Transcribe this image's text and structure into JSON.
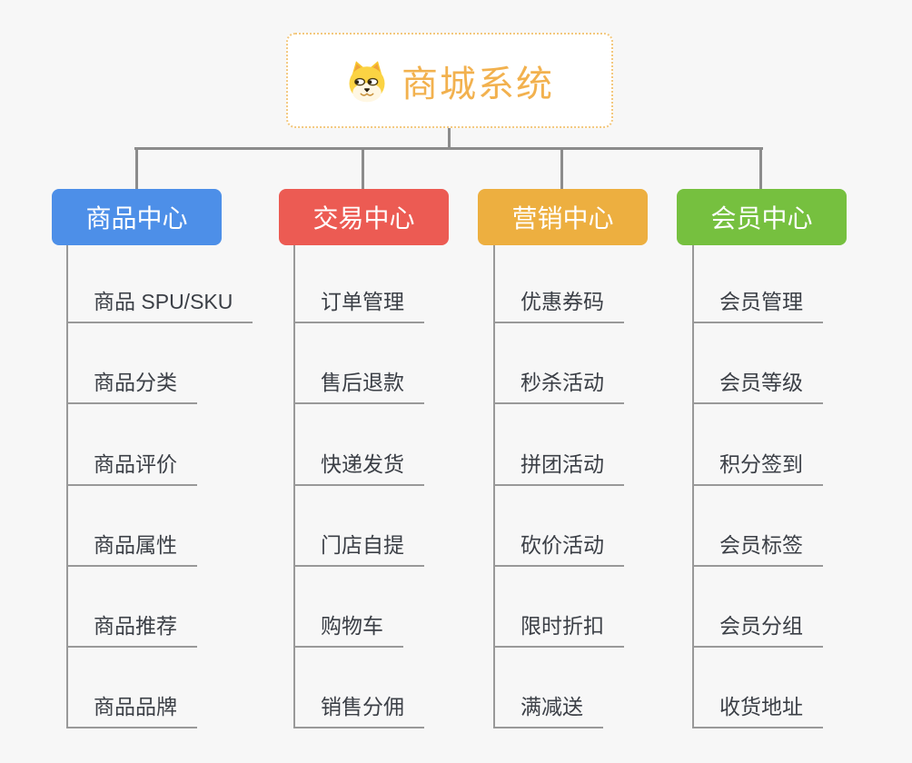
{
  "app": {
    "background_color": "#F7F7F7",
    "connector_color": "#8C8C8C",
    "underline_color": "#999999",
    "leaf_text_color": "#3B3F46"
  },
  "root": {
    "title": "商城系统",
    "icon": "dog-face-icon",
    "text_color": "#F2B14E",
    "border_color": "#F3C87E"
  },
  "branches": [
    {
      "label": "商品中心",
      "color": "#4D8FE8",
      "items": [
        "商品 SPU/SKU",
        "商品分类",
        "商品评价",
        "商品属性",
        "商品推荐",
        "商品品牌"
      ]
    },
    {
      "label": "交易中心",
      "color": "#EC5B53",
      "items": [
        "订单管理",
        "售后退款",
        "快递发货",
        "门店自提",
        "购物车",
        "销售分佣"
      ]
    },
    {
      "label": "营销中心",
      "color": "#EDAF40",
      "items": [
        "优惠券码",
        "秒杀活动",
        "拼团活动",
        "砍价活动",
        "限时折扣",
        "满减送"
      ]
    },
    {
      "label": "会员中心",
      "color": "#76C03F",
      "items": [
        "会员管理",
        "会员等级",
        "积分签到",
        "会员标签",
        "会员分组",
        "收货地址"
      ]
    }
  ]
}
